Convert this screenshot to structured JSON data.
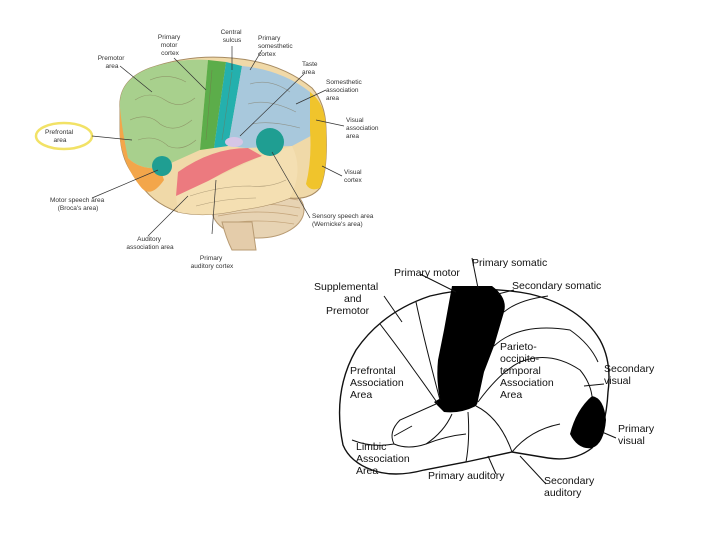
{
  "color_brain": {
    "labels": {
      "prefrontal": [
        "Prefrontal",
        "area"
      ],
      "premotor": [
        "Premotor",
        "area"
      ],
      "primary_motor": [
        "Primary",
        "motor",
        "cortex"
      ],
      "central_sulcus": [
        "Central",
        "sulcus"
      ],
      "primary_somesthetic": [
        "Primary",
        "somesthetic",
        "cortex"
      ],
      "taste": [
        "Taste",
        "area"
      ],
      "somesthetic_association": [
        "Somesthetic",
        "association",
        "area"
      ],
      "visual_association": [
        "Visual",
        "association",
        "area"
      ],
      "visual_cortex": [
        "Visual",
        "cortex"
      ],
      "sensory_speech": [
        "Sensory speech area",
        "(Wernicke's area)"
      ],
      "motor_speech": [
        "Motor speech area",
        "(Broca's area)"
      ],
      "auditory_association": [
        "Auditory",
        "association area"
      ],
      "primary_auditory": [
        "Primary",
        "auditory cortex"
      ]
    },
    "highlight_color": "#f2e266"
  },
  "bw_brain": {
    "labels": {
      "primary_motor": "Primary motor",
      "primary_somatic": "Primary somatic",
      "supplementary": [
        "Supplemental",
        "and",
        "Premotor"
      ],
      "secondary_somatic": "Secondary somatic",
      "parieto": [
        "Parieto-",
        "occipito-",
        "temporal",
        "Association",
        "Area"
      ],
      "prefrontal": [
        "Prefrontal",
        "Association",
        "Area"
      ],
      "secondary_visual": [
        "Secondary",
        "visual"
      ],
      "primary_visual": [
        "Primary",
        "visual"
      ],
      "limbic": [
        "Limbic",
        "Association",
        "Area"
      ],
      "primary_auditory": "Primary auditory",
      "secondary_auditory": [
        "Secondary",
        "auditory"
      ]
    }
  }
}
